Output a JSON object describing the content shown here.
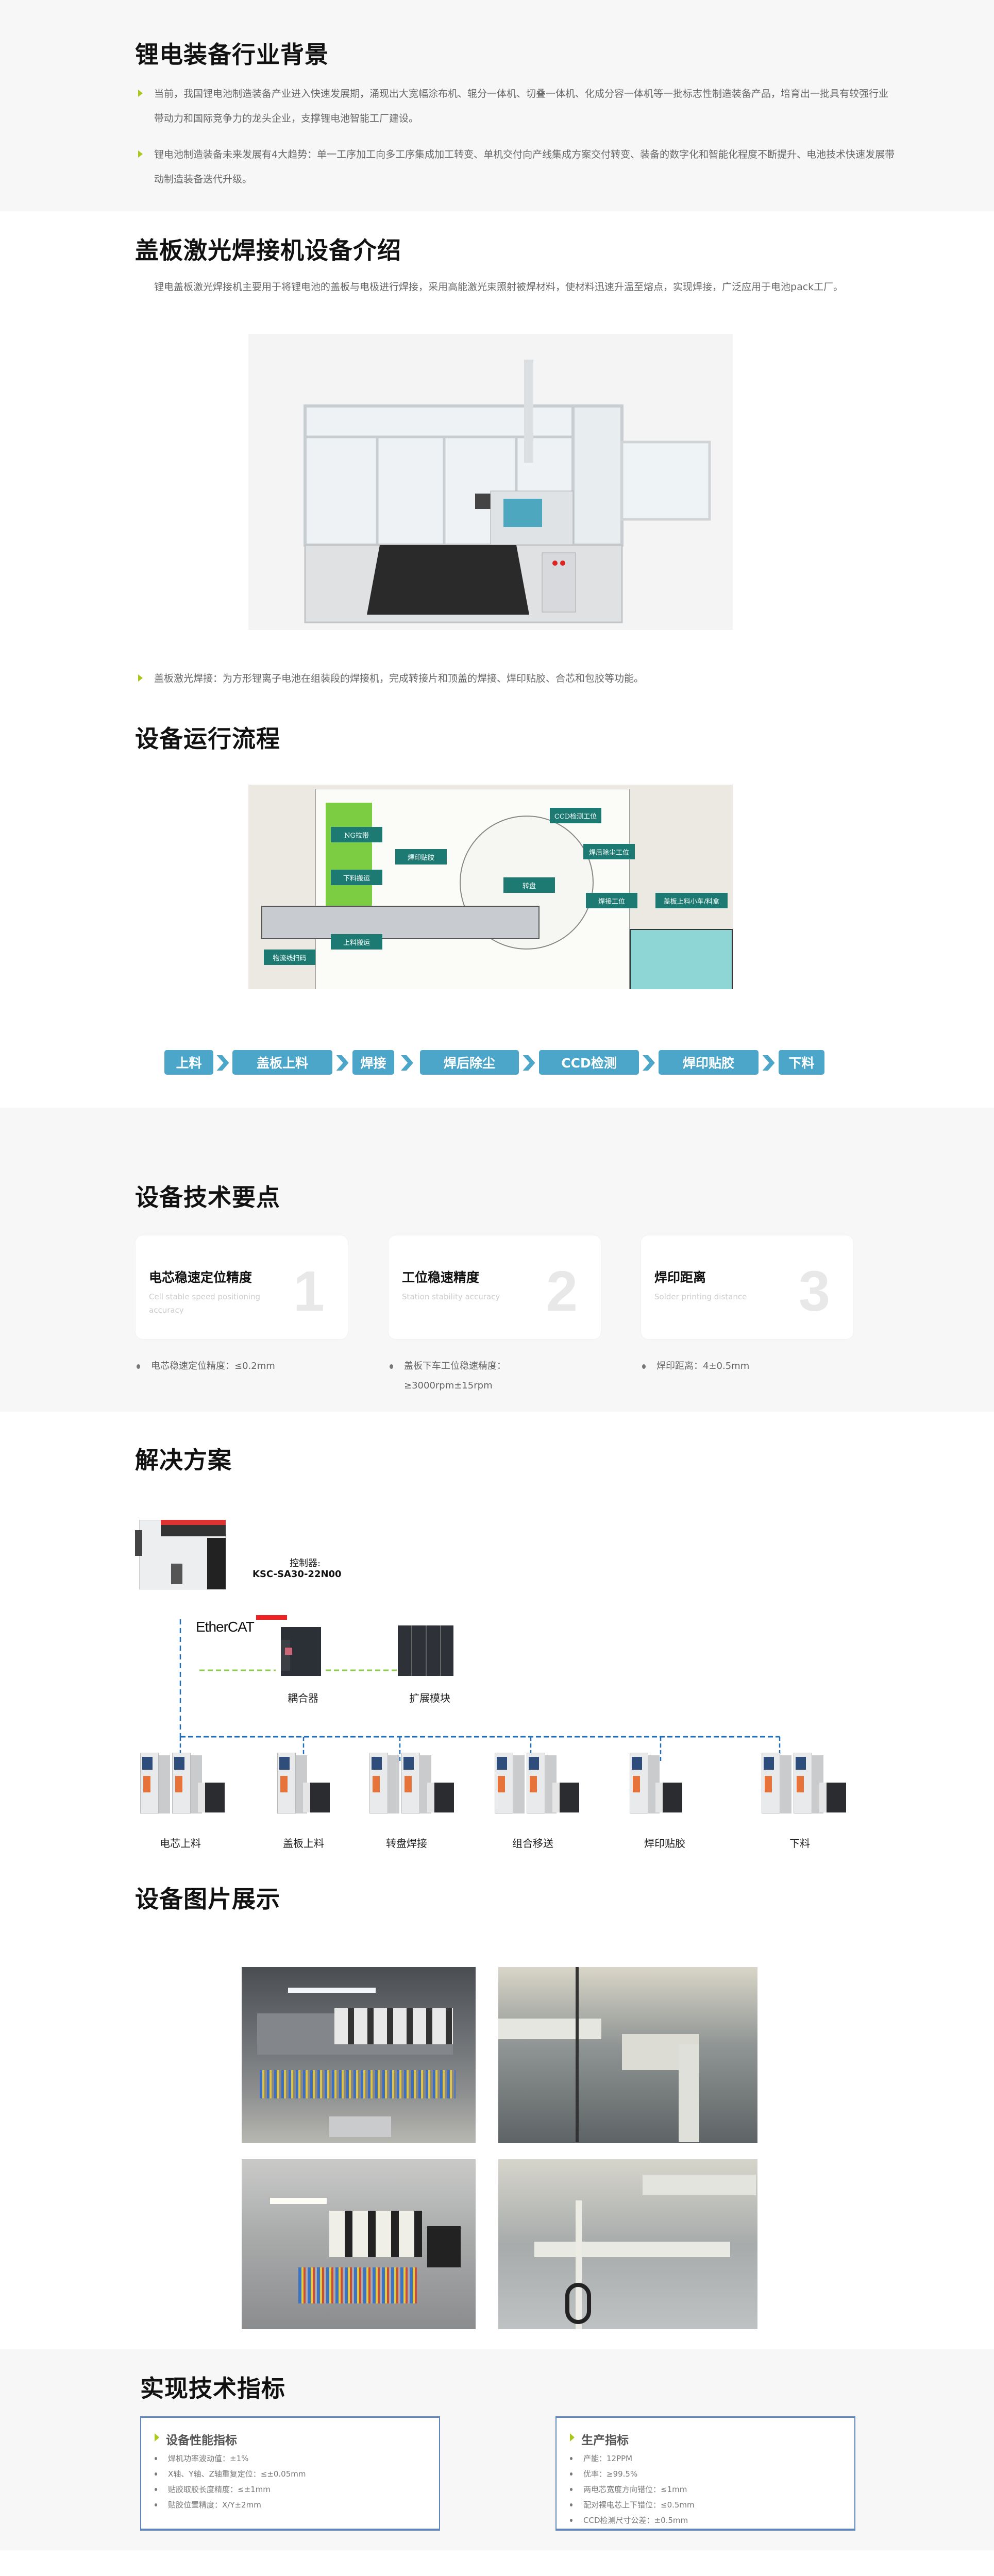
{
  "colors": {
    "accent_bullet": "#a8c81a",
    "step_blue": "#4ba6c9",
    "section_gray": "#f7f7f7",
    "box_border": "#5e86bd",
    "ethernet_dashed": "#1f6fbd",
    "io_dashed": "#8ccf4d"
  },
  "background": {
    "title": "锂电装备行业背景",
    "bullets": [
      "当前，我国锂电池制造装备产业进入快速发展期，涌现出大宽幅涂布机、辊分一体机、切叠一体机、化成分容一体机等一批标志性制造装备产品，培育出一批具有较强行业带动力和国际竞争力的龙头企业，支撑锂电池智能工厂建设。",
      "锂电池制造装备未来发展有4大趋势：单一工序加工向多工序集成加工转变、单机交付向产线集成方案交付转变、装备的数字化和智能化程度不断提升、电池技术快速发展带动制造装备迭代升级。"
    ]
  },
  "intro": {
    "title": "盖板激光焊接机设备介绍",
    "text": "锂电盖板激光焊接机主要用于将锂电池的盖板与电极进行焊接，采用高能激光束照射被焊材料，使材料迅速升温至熔点，实现焊接，广泛应用于电池pack工厂。",
    "bullet": "盖板激光焊接：为方形锂离子电池在组装段的焊接机，完成转接片和顶盖的焊接、焊印贴胶、合芯和包胶等功能。"
  },
  "process": {
    "title": "设备运行流程",
    "layout_labels": [
      "NG拉带",
      "CCD检测工位",
      "焊印贴胶",
      "焊后除尘工位",
      "下料搬运",
      "转盘",
      "焊接工位",
      "盖板上料小车/料盒",
      "上料搬运",
      "物流线扫码"
    ],
    "steps": [
      "上料",
      "盖板上料",
      "焊接",
      "焊后除尘",
      "CCD检测",
      "焊印贴胶",
      "下料"
    ]
  },
  "tech_points": {
    "title": "设备技术要点",
    "cards": [
      {
        "title": "电芯稳速定位精度",
        "subtitle": "Cell stable speed positioning accuracy",
        "number": "1",
        "detail": "电芯稳速定位精度：≤0.2mm"
      },
      {
        "title": "工位稳速精度",
        "subtitle": "Station stability accuracy",
        "number": "2",
        "detail": "盖板下车工位稳速精度：≥3000rpm±15rpm"
      },
      {
        "title": "焊印距离",
        "subtitle": "Solder printing distance",
        "number": "3",
        "detail": "焊印距离：4±0.5mm"
      }
    ]
  },
  "solution": {
    "title": "解决方案",
    "controller_label": "控制器:",
    "controller_model": "KSC-SA30-22N00",
    "bus_logo": "EtherCAT",
    "coupler": "耦合器",
    "expansion": "扩展模块",
    "stations": [
      {
        "label": "电芯上料",
        "drives": 2
      },
      {
        "label": "盖板上料",
        "drives": 1
      },
      {
        "label": "转盘焊接",
        "drives": 2
      },
      {
        "label": "组合移送",
        "drives": 2
      },
      {
        "label": "焊印贴胶",
        "drives": 1
      },
      {
        "label": "下料",
        "drives": 2
      }
    ]
  },
  "gallery": {
    "title": "设备图片展示",
    "photos": [
      "electrical-cabinet-servo-drives",
      "production-line-welding-stations",
      "electrical-cabinet-terminal-blocks",
      "production-line-turntable"
    ]
  },
  "indicators": {
    "title": "实现技术指标",
    "performance": {
      "title": "设备性能指标",
      "items": [
        "焊机功率波动值：±1%",
        "X轴、Y轴、Z轴重复定位：≤±0.05mm",
        "贴胶取胶长度精度：≤±1mm",
        "贴胶位置精度：X/Y±2mm"
      ]
    },
    "production": {
      "title": "生产指标",
      "items": [
        "产能：12PPM",
        "优率：≥99.5%",
        "两电芯宽度方向错位：≤1mm",
        "配对裸电芯上下错位：≤0.5mm",
        "CCD检测尺寸公差：±0.5mm"
      ]
    }
  }
}
